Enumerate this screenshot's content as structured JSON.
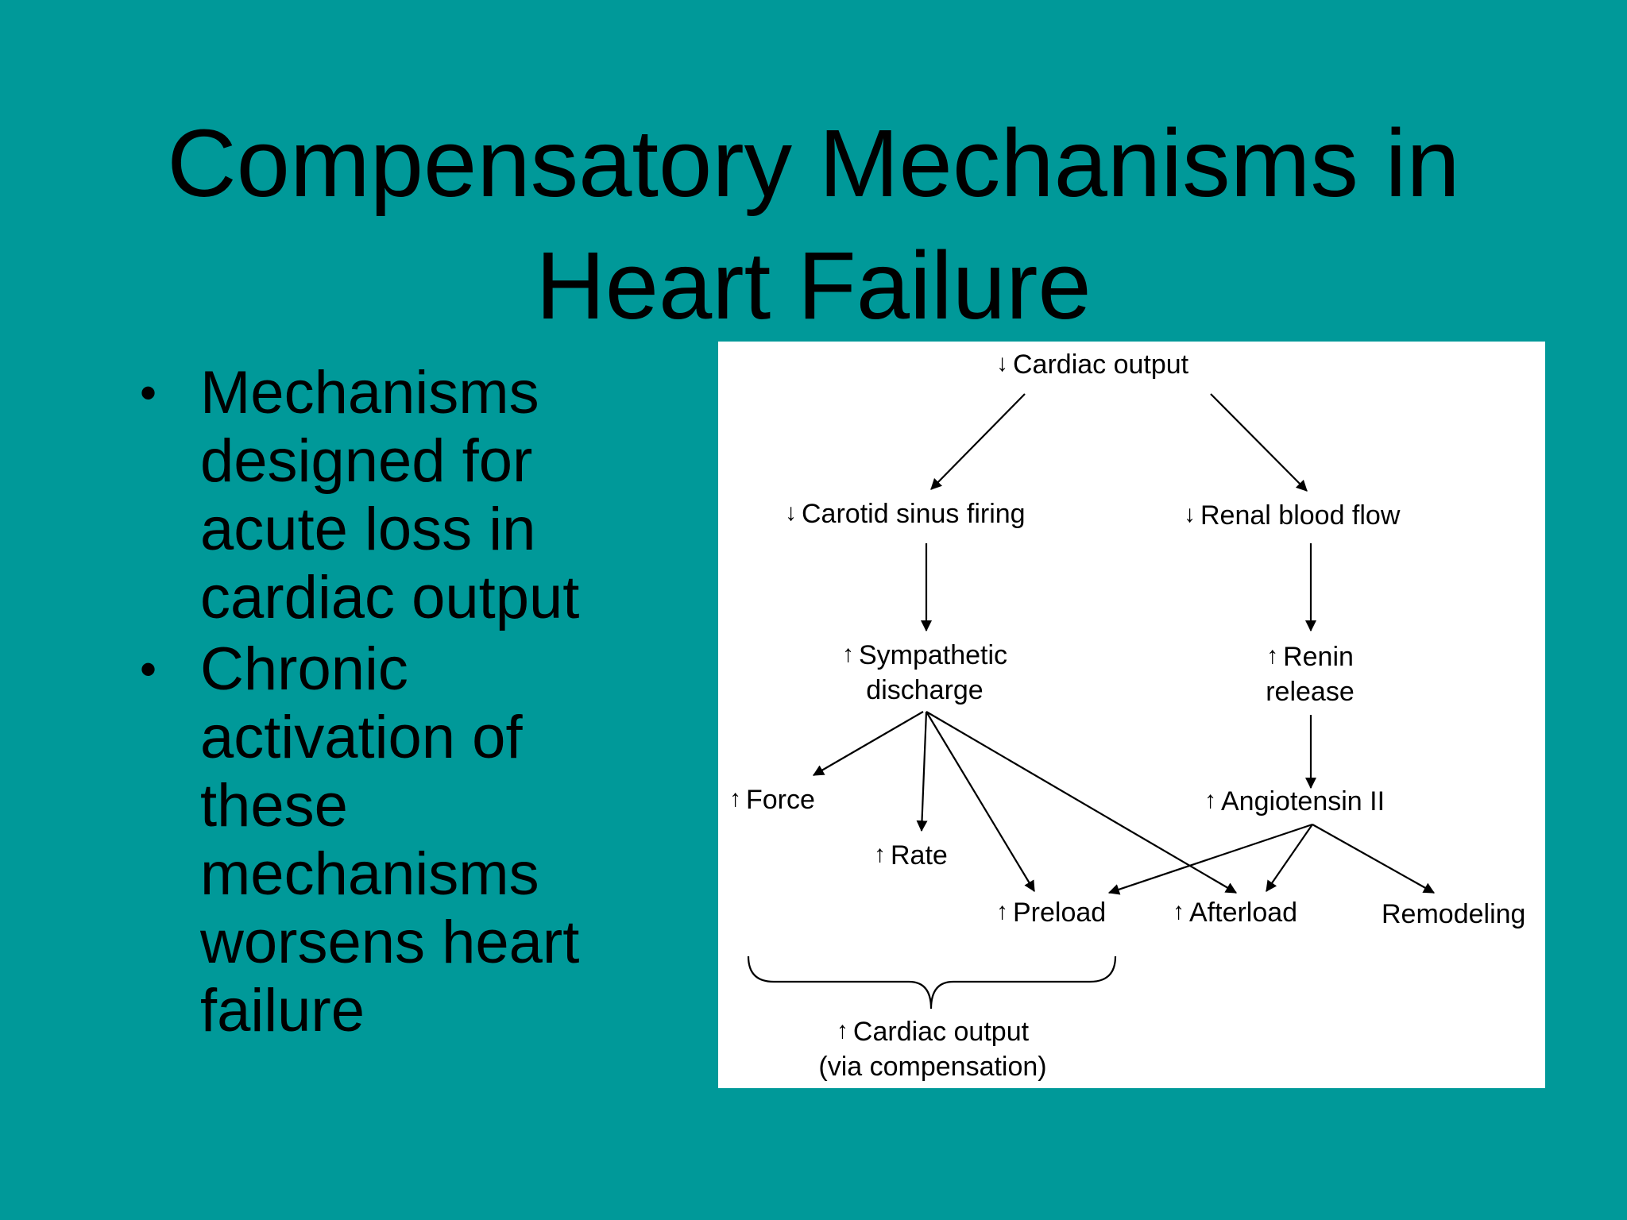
{
  "slide": {
    "title_line1": "Compensatory Mechanisms in",
    "title_line2": "Heart Failure",
    "background_color": "#009999",
    "bullets": [
      "Mechanisms designed for acute loss in cardiac output",
      "Chronic activation of these mechanisms worsens heart failure"
    ],
    "bullet_symbol": "•"
  },
  "diagram": {
    "down_glyph": "↓",
    "up_glyph": "↑",
    "nodes": {
      "cardiac_output": "Cardiac output",
      "carotid_sinus": "Carotid sinus firing",
      "renal_blood_flow": "Renal blood flow",
      "sympathetic_1": "Sympathetic",
      "sympathetic_2": "discharge",
      "renin_1": "Renin",
      "renin_2": "release",
      "force": "Force",
      "rate": "Rate",
      "angiotensin": "Angiotensin II",
      "preload": "Preload",
      "afterload": "Afterload",
      "remodeling": "Remodeling",
      "cardiac_output_up": "Cardiac output",
      "via_compensation": "(via compensation)"
    }
  }
}
